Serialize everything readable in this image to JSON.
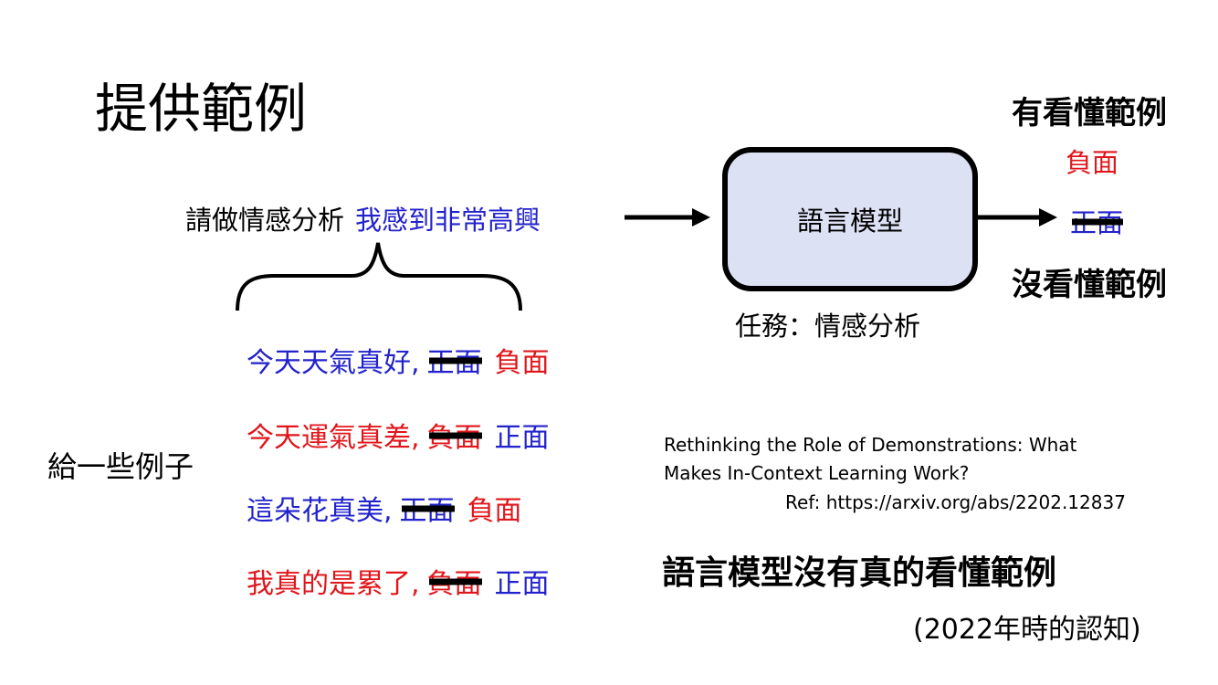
{
  "colors": {
    "blue": "#2222cc",
    "red": "#e0161b"
  },
  "slide": {
    "title": "提供範例",
    "instruction": "請做情感分析",
    "query": "我感到非常高興",
    "examples": [
      {
        "text": "今天天氣真好,",
        "text_color": "blue",
        "struck_label": "正面",
        "struck_color": "blue",
        "label": "負面",
        "label_color": "red"
      },
      {
        "text": "今天運氣真差,",
        "text_color": "red",
        "struck_label": "負面",
        "struck_color": "red",
        "label": "正面",
        "label_color": "blue"
      },
      {
        "text": "這朵花真美,",
        "text_color": "blue",
        "struck_label": "正面",
        "struck_color": "blue",
        "label": "負面",
        "label_color": "red"
      },
      {
        "text": "我真的是累了,",
        "text_color": "red",
        "struck_label": "負面",
        "struck_color": "red",
        "label": "正面",
        "label_color": "blue"
      }
    ],
    "give_examples": "給一些例子",
    "model_label": "語言模型",
    "task_label": "任務：情感分析",
    "has_understood_label": "有看懂範例",
    "no_understood_label": "沒看懂範例",
    "output_negative": "負面",
    "output_positive": "正面",
    "paper_title_line1": "Rethinking the Role of Demonstrations: What",
    "paper_title_line2": "Makes In-Context Learning Work?",
    "reference": "Ref: https://arxiv.org/abs/2202.12837",
    "conclusion": "語言模型沒有真的看懂範例",
    "note": "(2022年時的認知)"
  },
  "icons": [
    "arrow-right-icon",
    "curly-brace-icon"
  ]
}
